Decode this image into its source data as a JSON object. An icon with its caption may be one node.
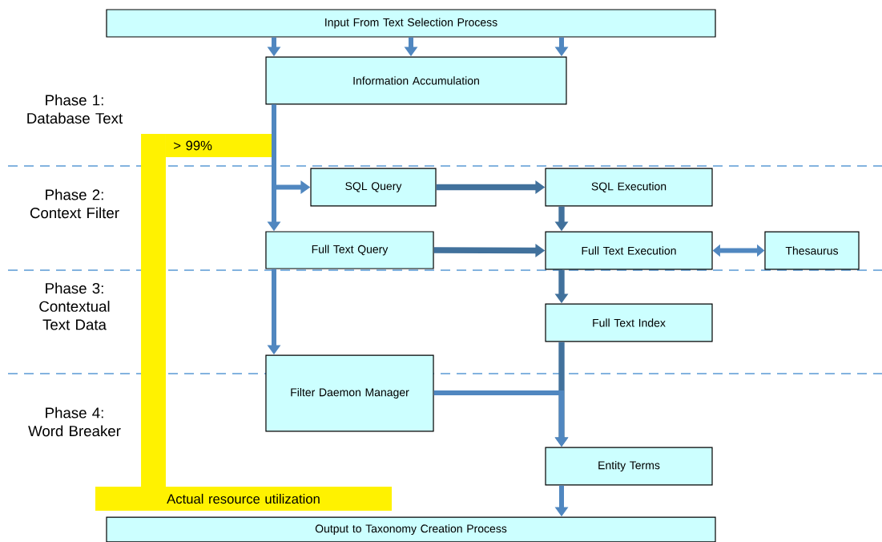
{
  "diagram": {
    "nodes": [
      {
        "text": [
          "Input From Text Selection Process"
        ]
      },
      {
        "text": [
          "Information Accumulation"
        ]
      },
      {
        "text": [
          "SQL Query"
        ]
      },
      {
        "text": [
          "SQL Execution"
        ]
      },
      {
        "text": [
          "Full Text Query"
        ]
      },
      {
        "text": [
          "Full Text Execution"
        ]
      },
      {
        "text": [
          "Thesaurus"
        ]
      },
      {
        "text": [
          "Full Text Index"
        ]
      },
      {
        "text": [
          "Filter Daemon Manager"
        ]
      },
      {
        "text": [
          "Entity Terms"
        ]
      },
      {
        "text": [
          "Output to Taxonomy Creation Process"
        ]
      },
      {
        "text": [
          "> 99%"
        ]
      },
      {
        "text": [
          "Actual resource utilization"
        ]
      },
      {
        "text": [],
        "shape": "bar"
      }
    ],
    "edges": [
      {
        "from": 0,
        "to": 1,
        "arrow": "to"
      },
      {
        "from": 0,
        "to": 1,
        "arrow": "to"
      },
      {
        "from": 0,
        "to": 1,
        "arrow": "to"
      },
      {
        "from": 1,
        "to": 2,
        "arrow": "to"
      },
      {
        "from": 1,
        "to": 4,
        "arrow": "to"
      },
      {
        "from": 2,
        "to": 3,
        "arrow": "to",
        "color": "#41719c"
      },
      {
        "from": 3,
        "to": 5,
        "arrow": "to",
        "color": "#41719c"
      },
      {
        "from": 4,
        "to": 5,
        "arrow": "to",
        "color": "#41719c"
      },
      {
        "from": 5,
        "to": 6,
        "arrow": "both"
      },
      {
        "from": 5,
        "to": 7,
        "arrow": "to",
        "color": "#41719c"
      },
      {
        "from": 4,
        "to": 8,
        "arrow": "to"
      },
      {
        "from": 7,
        "to": 9,
        "arrow": "to",
        "color": "#41719c"
      },
      {
        "from": 8,
        "to": 9,
        "arrow": "to"
      },
      {
        "from": 9,
        "to": 10,
        "arrow": "to"
      }
    ],
    "labels": [
      "Phase 1: Database Text",
      "Phase 2: Context Filter",
      "Phase 3: Contextual Text Data",
      "Phase 4: Word Breaker"
    ]
  }
}
